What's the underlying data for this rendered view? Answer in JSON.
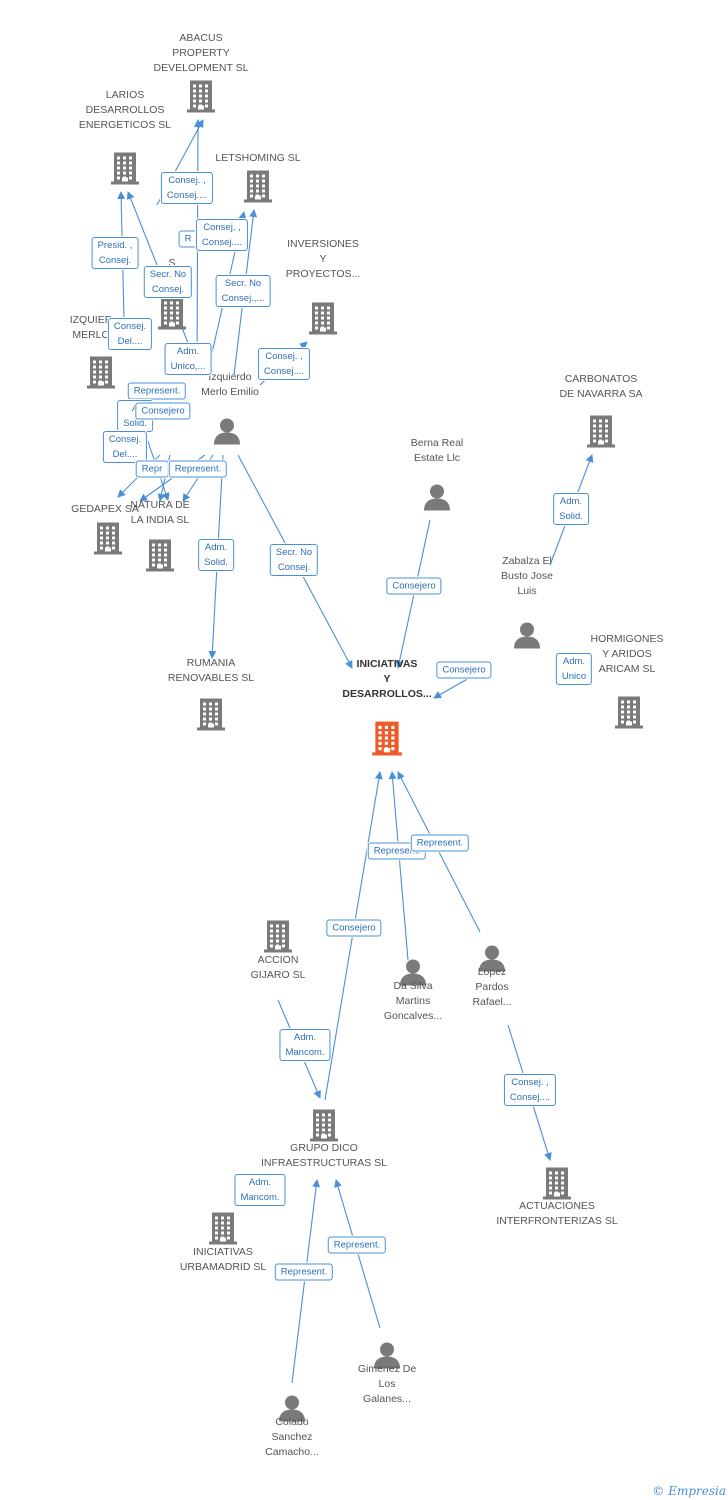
{
  "colors": {
    "edge": "#4a8fd8",
    "node": "#7a7a7a",
    "main": "#f05a28"
  },
  "nodes": [
    {
      "id": "abacus",
      "type": "company",
      "label": "ABACUS\nPROPERTY\nDEVELOPMENT SL"
    },
    {
      "id": "larios",
      "type": "company",
      "label": "LARIOS\nDESARROLLOS\nENERGETICOS SL"
    },
    {
      "id": "letshoming",
      "type": "company",
      "label": "LETSHOMING  SL"
    },
    {
      "id": "hidden_s",
      "type": "company",
      "label": "S"
    },
    {
      "id": "inversiones",
      "type": "company",
      "label": "INVERSIONES\nY\nPROYECTOS..."
    },
    {
      "id": "izquierdo_partial",
      "type": "company",
      "label": "IZQUIER\nMERLO"
    },
    {
      "id": "izquierdo",
      "type": "person",
      "label": "Izquierdo\nMerlo Emilio"
    },
    {
      "id": "carbonatos",
      "type": "company",
      "label": "CARBONATOS\nDE NAVARRA SA"
    },
    {
      "id": "berna",
      "type": "person",
      "label": "Berna Real\nEstate Llc"
    },
    {
      "id": "gedapex",
      "type": "company",
      "label": "GEDAPEX SA"
    },
    {
      "id": "natura",
      "type": "company",
      "label": "NATURA DE\nLA INDIA SL"
    },
    {
      "id": "zabalza",
      "type": "person",
      "label": "Zabalza El\nBusto Jose\nLuis"
    },
    {
      "id": "rumania",
      "type": "company",
      "label": "RUMANIA\nRENOVABLES SL"
    },
    {
      "id": "iniciativas",
      "type": "main",
      "label": "INICIATIVAS\nY\nDESARROLLOS..."
    },
    {
      "id": "hormigones",
      "type": "company",
      "label": "HORMIGONES\nY ARIDOS\nARICAM SL"
    },
    {
      "id": "accion",
      "type": "company",
      "label": "ACCION\nGIJARO SL"
    },
    {
      "id": "dasilva",
      "type": "person",
      "label": "Da Silva\nMartins\nGoncalves..."
    },
    {
      "id": "lopez",
      "type": "person",
      "label": "Lopez\nPardos\nRafael..."
    },
    {
      "id": "grupodico",
      "type": "company",
      "label": "GRUPO DICO\nINFRAESTRUCTURAS SL"
    },
    {
      "id": "actuaciones",
      "type": "company",
      "label": "ACTUACIONES\nINTERFRONTERIZAS SL"
    },
    {
      "id": "urbamadrid",
      "type": "company",
      "label": "INICIATIVAS\nURBAMADRID SL"
    },
    {
      "id": "gimenez",
      "type": "person",
      "label": "Gimenez De\nLos\nGalanes..."
    },
    {
      "id": "colado",
      "type": "person",
      "label": "Colado\nSanchez\nCamacho..."
    }
  ],
  "relations": [
    {
      "label": "Consej. ,\nConsej...."
    },
    {
      "label": "R"
    },
    {
      "label": "Consej. ,\nConsej...."
    },
    {
      "label": "Presid. ,\nConsej."
    },
    {
      "label": "Secr. No\nConsej."
    },
    {
      "label": "Secr. No\nConsej.,..."
    },
    {
      "label": "Consej.\nDel...."
    },
    {
      "label": "Adm.\nUnico,..."
    },
    {
      "label": "Consej. ,\nConsej...."
    },
    {
      "label": "Represent."
    },
    {
      "label": "A\nSolid."
    },
    {
      "label": "Consejero"
    },
    {
      "label": "Consej.\nDel...."
    },
    {
      "label": "Repr"
    },
    {
      "label": "Represent."
    },
    {
      "label": "Adm.\nSolid."
    },
    {
      "label": "Secr. No\nConsej."
    },
    {
      "label": "Consejero"
    },
    {
      "label": "Adm.\nSolid."
    },
    {
      "label": "Consejero"
    },
    {
      "label": "Adm.\nUnico"
    },
    {
      "label": "Represent."
    },
    {
      "label": "Represent."
    },
    {
      "label": "Consejero"
    },
    {
      "label": "Adm.\nMancom."
    },
    {
      "label": "Consej. ,\nConsej...."
    },
    {
      "label": "Adm.\nMancom."
    },
    {
      "label": "Represent."
    },
    {
      "label": "Represent."
    }
  ],
  "footer": {
    "copyright": "©",
    "brand": "Empresia"
  }
}
